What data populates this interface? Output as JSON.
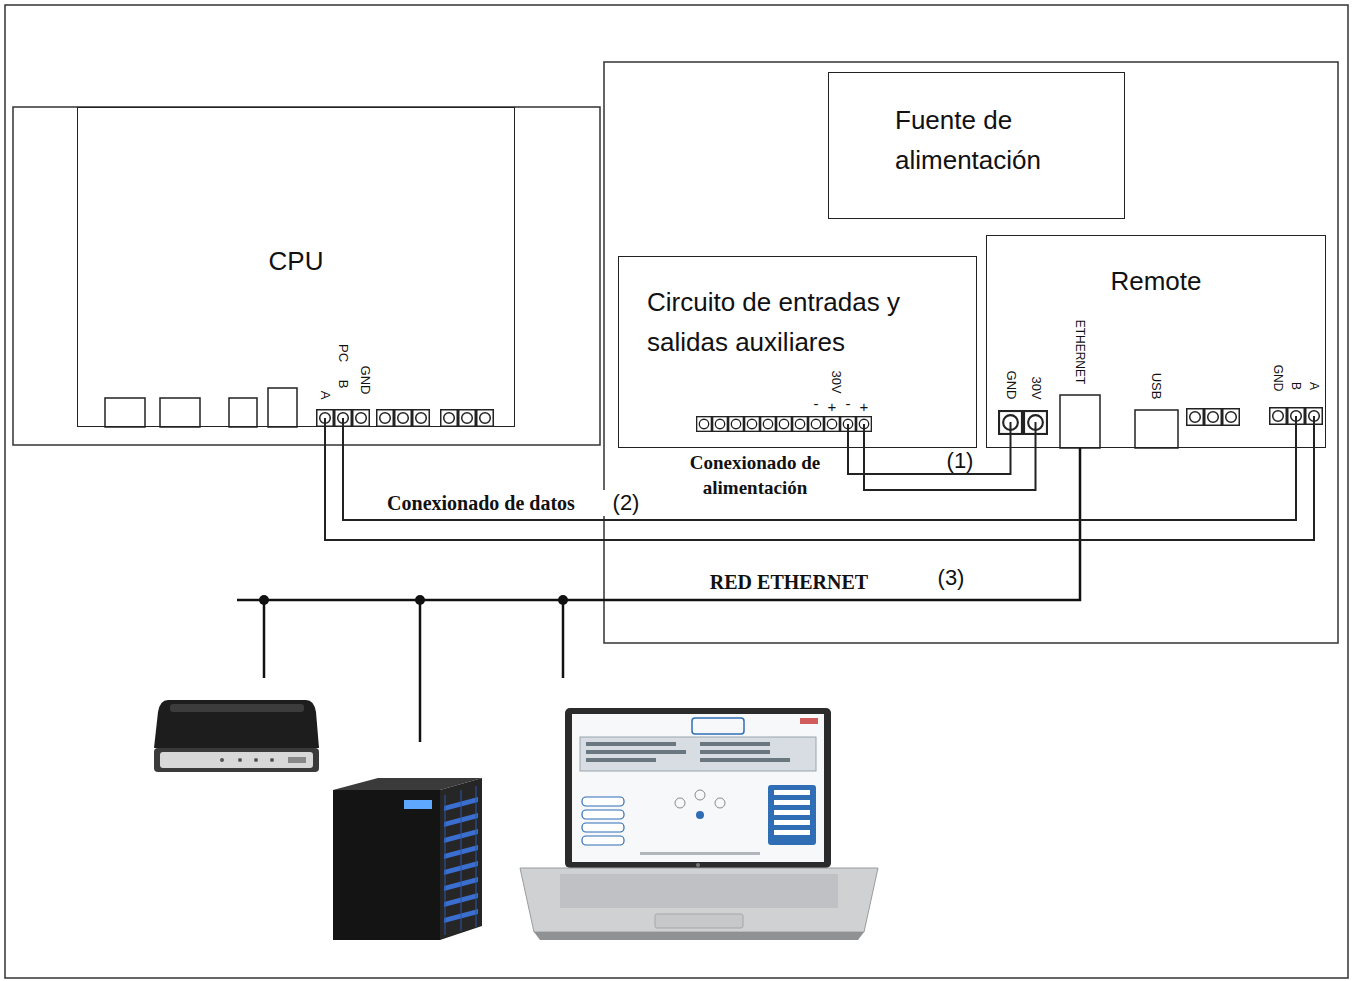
{
  "diagram": {
    "nodes": [
      {
        "text": [
          "CPU"
        ]
      },
      {
        "text": [
          "Fuente de alimentación"
        ]
      },
      {
        "text": [
          "Circuito de entradas y salidas auxiliares"
        ]
      },
      {
        "text": [
          "Remote"
        ]
      }
    ],
    "edges": [
      {
        "from": 2,
        "to": 3,
        "arrow": "none",
        "label": "Conexionado de alimentación"
      },
      {
        "from": 2,
        "to": 3,
        "arrow": "none"
      },
      {
        "from": 0,
        "to": 3,
        "arrow": "none",
        "label": "Conexionado de datos"
      },
      {
        "from": 0,
        "to": 3,
        "arrow": "none"
      }
    ],
    "labels": [
      "PC",
      "GND",
      "B",
      "A",
      "30V",
      "-",
      "+",
      "-",
      "+",
      "GND",
      "30V",
      "ETHERNET",
      "USB",
      "GND",
      "B",
      "A",
      "(1)",
      "(2)",
      "RED ETHERNET",
      "(3)"
    ]
  }
}
